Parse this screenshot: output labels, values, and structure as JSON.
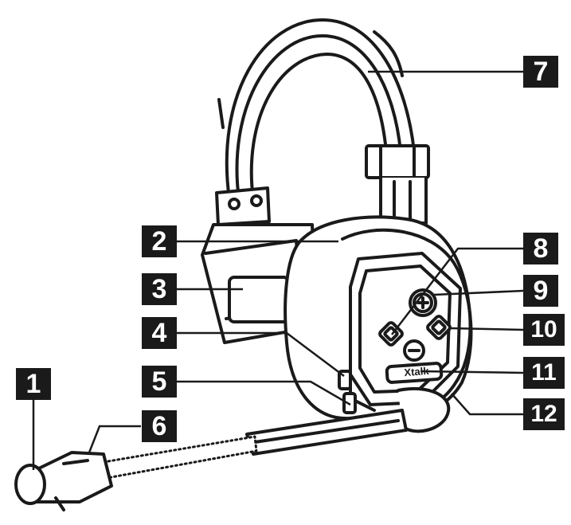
{
  "callouts": [
    {
      "id": 1,
      "label": "1"
    },
    {
      "id": 2,
      "label": "2"
    },
    {
      "id": 3,
      "label": "3"
    },
    {
      "id": 4,
      "label": "4"
    },
    {
      "id": 5,
      "label": "5"
    },
    {
      "id": 6,
      "label": "6"
    },
    {
      "id": 7,
      "label": "7"
    },
    {
      "id": 8,
      "label": "8"
    },
    {
      "id": 9,
      "label": "9"
    },
    {
      "id": 10,
      "label": "10"
    },
    {
      "id": 11,
      "label": "11"
    },
    {
      "id": 12,
      "label": "12"
    }
  ],
  "device": {
    "earcup_badge_text": "Xtalk",
    "button_plus_glyph": "+",
    "button_minus_glyph": "−",
    "line_color": "#1a1a1a",
    "fill_color": "#ffffff",
    "shade_color": "#d9d9d9"
  }
}
